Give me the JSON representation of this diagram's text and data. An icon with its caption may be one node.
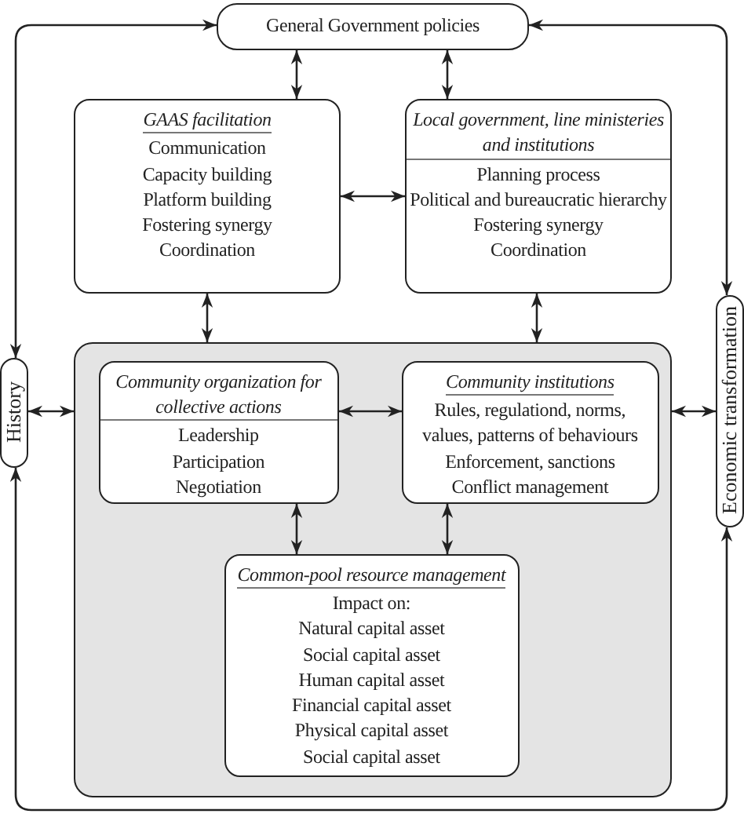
{
  "diagram": {
    "nodes": [
      {
        "text": [
          "General Government policies"
        ]
      },
      {
        "text": [
          "GAAS facilitation",
          "Communication",
          "Capacity building",
          "Platform building",
          "Fostering synergy",
          "Coordination"
        ]
      },
      {
        "text": [
          "Local government, line ministeries and institutions",
          "Planning process",
          "Political and bureaucratic hierarchy",
          "Fostering synergy",
          "Coordination"
        ]
      },
      {
        "text": [],
        "shape": "box"
      },
      {
        "text": [
          "Community organization for collective actions",
          "Leadership",
          "Participation",
          "Negotiation"
        ],
        "in": 3
      },
      {
        "text": [
          "Community institutions",
          "Rules, regulationd, norms,",
          "values, patterns of behaviours",
          "Enforcement, sanctions",
          "Conflict management"
        ],
        "in": 3
      },
      {
        "text": [
          "Common-pool resource management",
          "Impact on:",
          "Natural capital asset",
          "Social capital asset",
          "Human capital asset",
          "Financial capital asset",
          "Physical capital asset",
          "Social capital asset"
        ],
        "in": 3
      },
      {
        "text": [
          "History"
        ]
      },
      {
        "text": [
          "Economic transformation"
        ]
      }
    ],
    "edges": [
      {
        "from": 0,
        "to": 1,
        "arrow": "both"
      },
      {
        "from": 0,
        "to": 2,
        "arrow": "both"
      },
      {
        "from": 1,
        "to": 2,
        "arrow": "both"
      },
      {
        "from": 1,
        "to": 3,
        "arrow": "both"
      },
      {
        "from": 2,
        "to": 3,
        "arrow": "both"
      },
      {
        "from": 4,
        "to": 5,
        "arrow": "both"
      },
      {
        "from": 4,
        "to": 6,
        "arrow": "both"
      },
      {
        "from": 5,
        "to": 6,
        "arrow": "both"
      },
      {
        "from": 7,
        "to": 3,
        "arrow": "both"
      },
      {
        "from": 3,
        "to": 8,
        "arrow": "both"
      },
      {
        "from": 0,
        "to": 7,
        "arrow": "both"
      },
      {
        "from": 0,
        "to": 8,
        "arrow": "both"
      },
      {
        "from": 7,
        "to": 8,
        "arrow": "both"
      }
    ]
  }
}
